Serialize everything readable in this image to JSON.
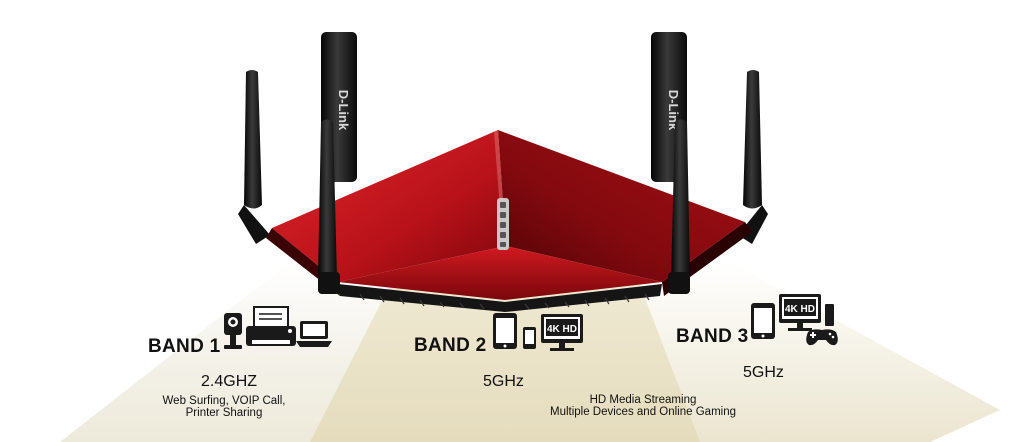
{
  "brand": {
    "logo_text": "D-Link"
  },
  "colors": {
    "router_red": "#c8151b",
    "router_dark": "#6b0508",
    "beam_light": "#f3f1e6",
    "beam_dark": "#e6dfc4",
    "icon_dark": "#1a1a1a"
  },
  "bands": [
    {
      "title": "BAND 1",
      "frequency": "2.4GHZ",
      "description_lines": [
        "Web Surfing, VOIP Call,",
        "Printer Sharing"
      ],
      "icons": [
        "webcam-icon",
        "printer-icon",
        "laptop-icon"
      ]
    },
    {
      "title": "BAND 2",
      "frequency": "5GHz",
      "description_lines": [
        "HD Media Streaming",
        "Multiple Devices and Online Gaming"
      ],
      "icons": [
        "tablet-icon",
        "phone-icon",
        "monitor-icon"
      ],
      "badge": "4K HD"
    },
    {
      "title": "BAND 3",
      "frequency": "5GHz",
      "icons": [
        "tablet-icon",
        "monitor-icon",
        "gamepad-icon"
      ],
      "badge": "4K HD"
    }
  ]
}
